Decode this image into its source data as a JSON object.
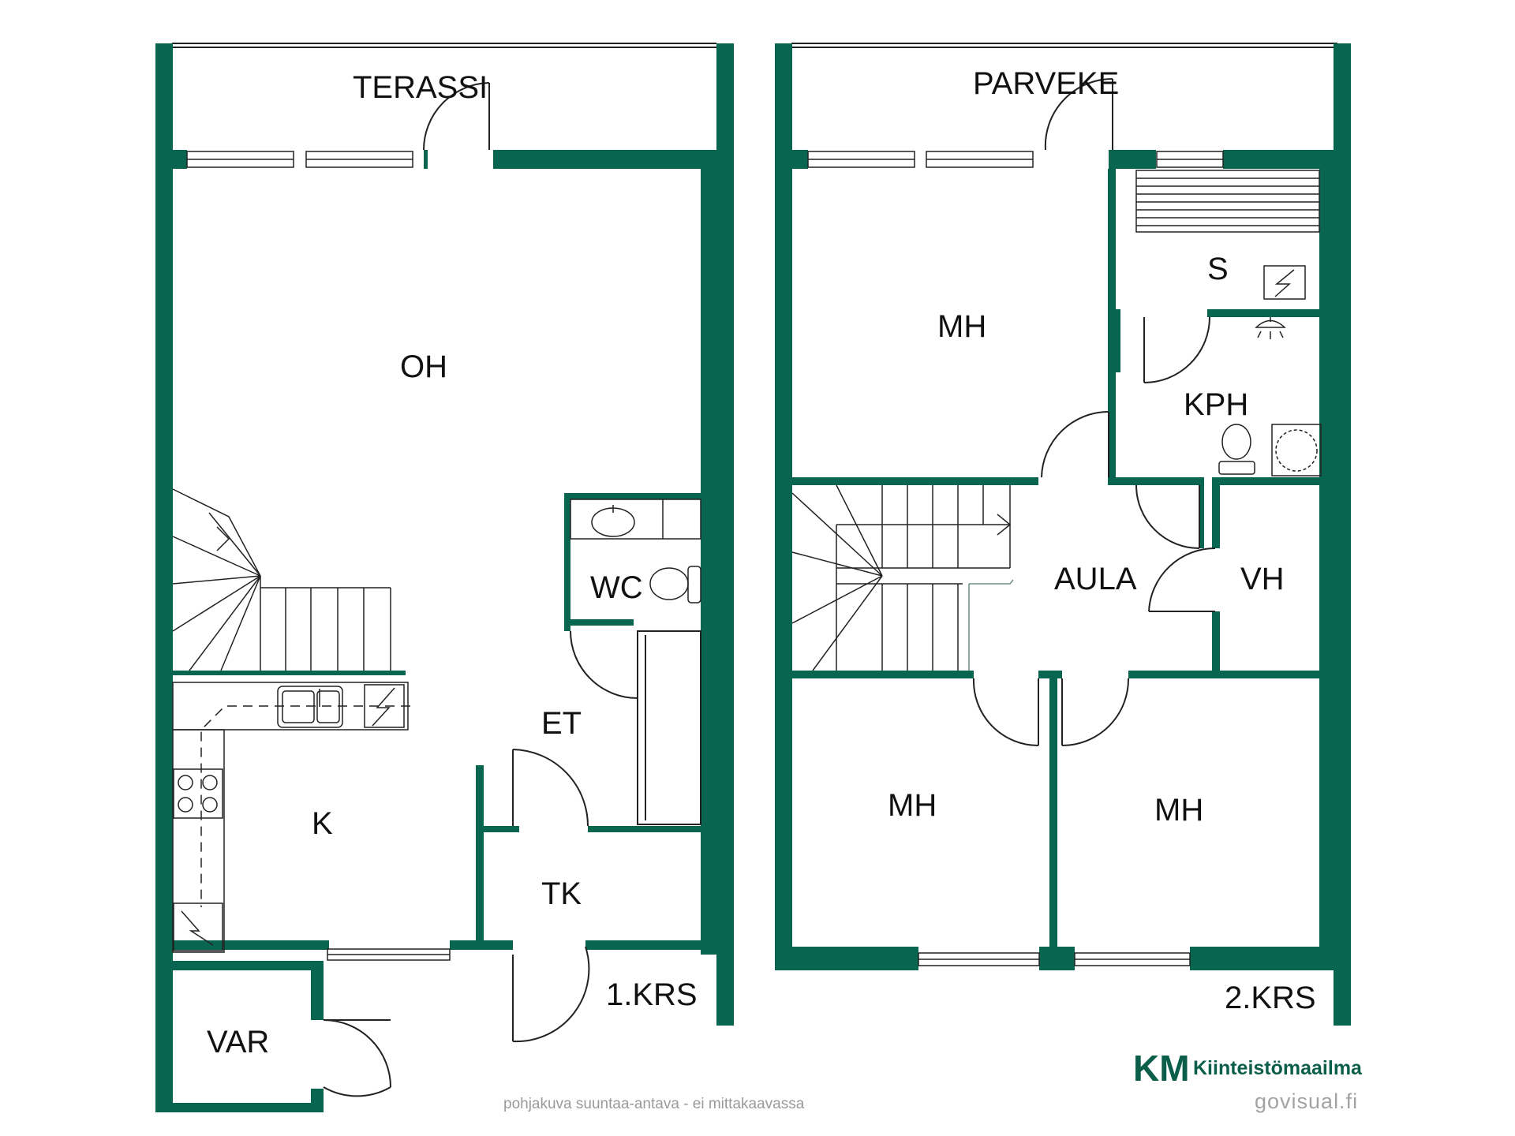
{
  "colors": {
    "wall": "#08654f",
    "line": "#222222",
    "background": "#ffffff",
    "brand_green": "#0b5e4a",
    "brand_accent": "#2fcf8e",
    "muted_text": "#9a9a9a"
  },
  "floor1": {
    "label": "1.KRS",
    "rooms": {
      "terrace": "TERASSI",
      "living": "OH",
      "wc": "WC",
      "entry": "ET",
      "kitchen": "K",
      "utility": "TK",
      "storage": "VAR"
    }
  },
  "floor2": {
    "label": "2.KRS",
    "rooms": {
      "balcony": "PARVEKE",
      "bedroom_top": "MH",
      "sauna": "S",
      "bathroom": "KPH",
      "hall": "AULA",
      "closet": "VH",
      "bedroom_left": "MH",
      "bedroom_right": "MH"
    }
  },
  "footer": {
    "note": "pohjakuva suuntaa-antava - ei mittakaavassa",
    "brand_name": "Kiinteistömaailma",
    "brand_logo": "KM",
    "credit": "govisual.fi"
  },
  "icons": {
    "stove": "stove-icon",
    "sink": "kitchen-sink-icon",
    "electric_panel": "electric-panel-icon",
    "toilet": "toilet-icon",
    "washbasin": "washbasin-icon",
    "shower": "shower-icon",
    "floor_drain": "floor-drain-icon",
    "sauna_heater": "sauna-heater-icon"
  }
}
